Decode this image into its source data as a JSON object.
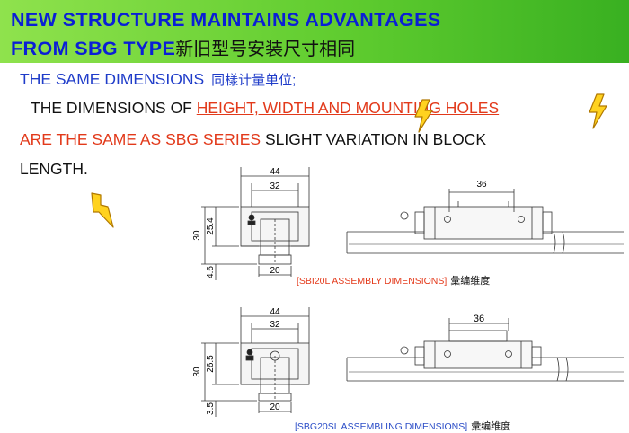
{
  "title": {
    "line1": "NEW STRUCTURE MAINTAINS ADVANTAGES",
    "line2": "FROM SBG TYPE",
    "line2_cn": "新旧型号安装尺寸相同"
  },
  "subheading": {
    "text": "THE SAME DIMENSIONS",
    "cn": "同樣计量单位;"
  },
  "body": {
    "line1_prefix": "THE DIMENSIONS OF ",
    "line1_highlight": "HEIGHT, WIDTH AND MOUNTING HOLES",
    "line2_highlight": "ARE THE SAME AS SBG SERIES",
    "line2_rest": " SLIGHT VARIATION IN BLOCK",
    "line3": "LENGTH."
  },
  "drawing1": {
    "width_outer": "44",
    "width_inner": "32",
    "height_total": "30",
    "height_block": "25.4",
    "height_base": "4.6",
    "rail_width": "20",
    "hole_pitch": "36"
  },
  "drawing2": {
    "width_outer": "44",
    "width_inner": "32",
    "height_total": "30",
    "height_block": "26.5",
    "height_base": "3.5",
    "rail_width": "20",
    "hole_pitch": "36"
  },
  "captions": {
    "cap1_en": "[SBI20L ASSEMBLY DIMENSIONS]",
    "cap1_cn": "彙编维度",
    "cap2_en": "[SBG20SL ASSEMBLING DIMENSIONS]",
    "cap2_cn": "彙编维度"
  },
  "colors": {
    "banner_green": "#5fcc2f",
    "title_blue": "#0a1fd6",
    "highlight_red": "#e2391a",
    "bolt_yellow": "#ffd21f"
  }
}
